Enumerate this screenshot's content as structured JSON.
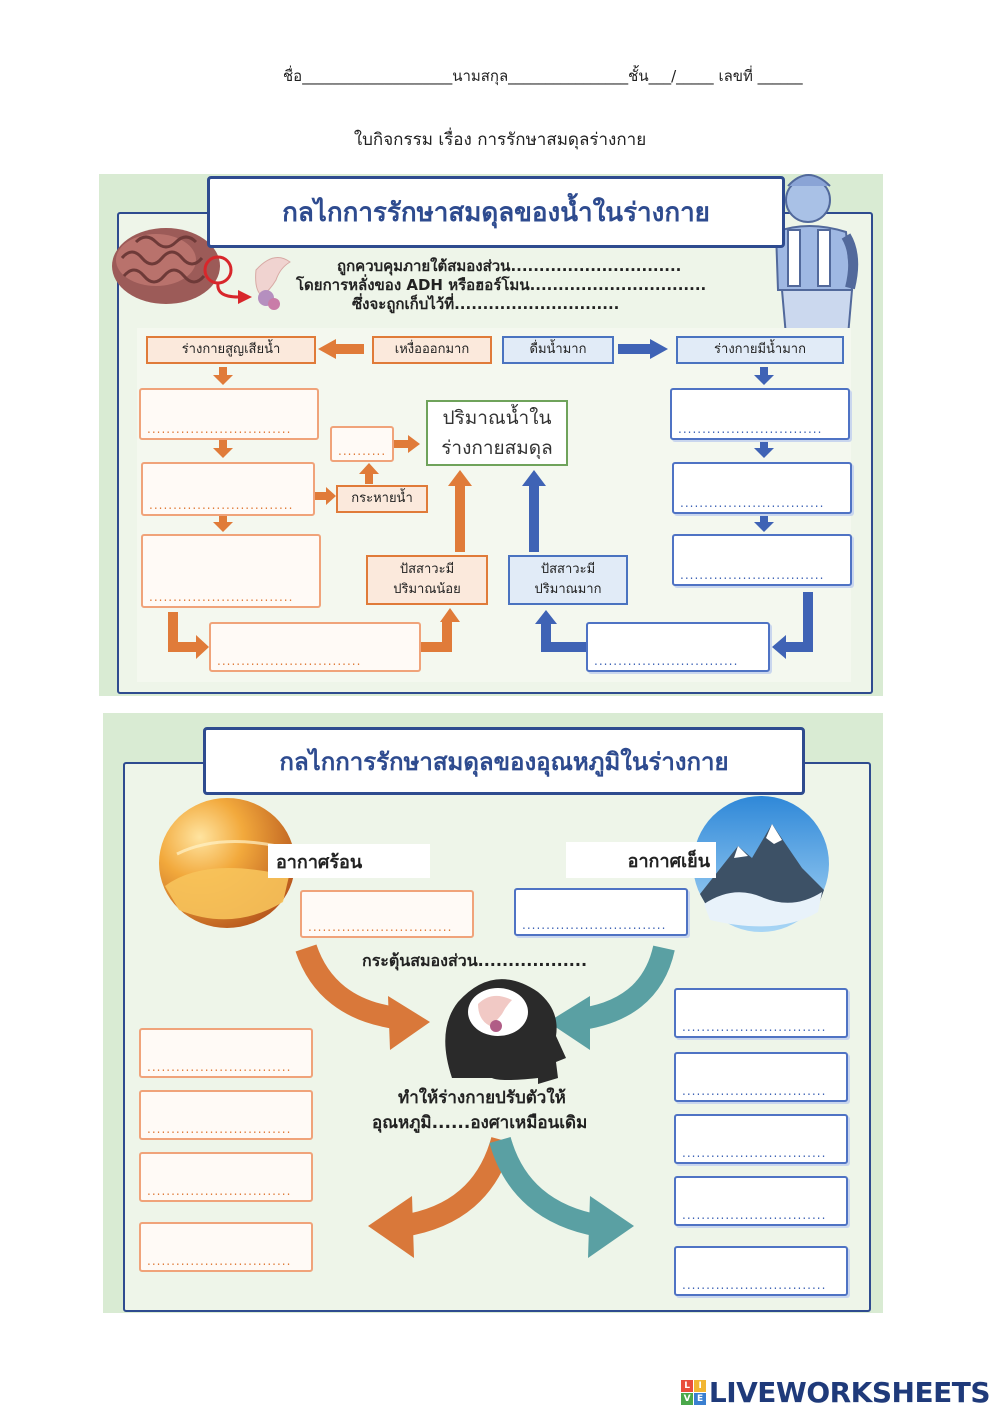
{
  "header": {
    "name_line": "ชื่อ____________________นามสกุล________________ชั้น___/_____ เลขที่ ______",
    "worksheet_title": "ใบกิจกรรม เรื่อง การรักษาสมดุลร่างกาย"
  },
  "water": {
    "title": "กลไกการรักษาสมดุลของน้ำในร่างกาย",
    "control_lines": [
      "ถูกควบคุมภายใต้สมองส่วน..............................",
      "โดยการหลั่งของ ADH หรือฮอร์โมน...............................",
      "ซึ่งจะถูกเก็บไว้ที่............................."
    ],
    "labels": {
      "body_loses_water": "ร่างกายสูญเสียน้ำ",
      "sweat_a_lot": "เหงื่อออกมาก",
      "drink_a_lot": "ดื่มน้ำมาก",
      "body_has_much_water": "ร่างกายมีน้ำมาก",
      "balance_1": "ปริมาณน้ำใน",
      "balance_2": "ร่างกายสมดุล",
      "thirst": "กระหายน้ำ",
      "urine_low_1": "ปัสสาวะมี",
      "urine_low_2": "ปริมาณน้อย",
      "urine_high_1": "ปัสสาวะมี",
      "urine_high_2": "ปริมาณมาก"
    },
    "answer_dots": "..............................",
    "short_dots": ".........."
  },
  "temperature": {
    "title": "กลไกการรักษาสมดุลของอุณหภูมิในร่างกาย",
    "hot_weather": "อากาศร้อน",
    "cold_weather": "อากาศเย็น",
    "stimulate": "กระตุ้นสมองส่วน..................",
    "adjust_1": "ทำให้ร่างกายปรับตัวให้",
    "adjust_2": "อุณหภูมิ......องศาเหมือนเดิม",
    "answer_dots": "..............................",
    "arrow_colors": {
      "hot": "#d9783a",
      "cold": "#5aa0a3"
    }
  },
  "branding": {
    "logo": "LIVEWORKSHEETS"
  }
}
